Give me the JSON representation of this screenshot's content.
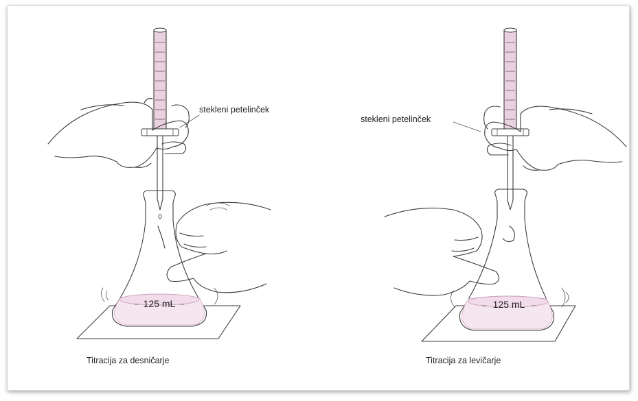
{
  "figure": {
    "left_panel": {
      "stopcock_label": "stekleni petelinček",
      "flask_volume": "125 mL",
      "caption": "Titracija za desničarje"
    },
    "right_panel": {
      "stopcock_label": "stekleni petelinček",
      "flask_volume": "125 mL",
      "caption": "Titracija za levičarje"
    }
  },
  "colors": {
    "liquid": "#f6e6f0",
    "liquid_edge": "#d9b8cc",
    "burette_fill": "#ead1e0",
    "ink": "#3a3a3a",
    "frame_shadow": "#9a9a9a"
  }
}
